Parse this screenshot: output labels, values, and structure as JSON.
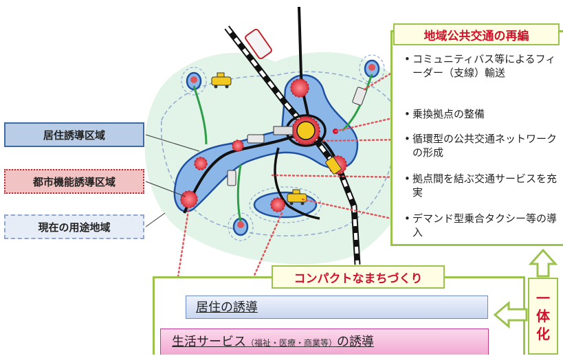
{
  "legend": {
    "residential_area": "居住誘導区域",
    "urban_function_area": "都市機能誘導区域",
    "current_use_area": "現在の用途地域"
  },
  "regional_transport": {
    "title": "地域公共交通の再編",
    "items": [
      {
        "bullet": "•",
        "text": "コミュニティバス等によるフィーダー（支線）輸送"
      },
      {
        "bullet": "•",
        "text": "乗換拠点の整備"
      },
      {
        "bullet": "•",
        "text": "循環型の公共交通ネットワークの形成"
      },
      {
        "bullet": "•",
        "text": "拠点間を結ぶ交通サービスを充実"
      },
      {
        "bullet": "•",
        "text": "デマンド型乗合タクシー等の導入"
      }
    ]
  },
  "compact_city": {
    "title": "コンパクトなまちづくり",
    "residential_guidance": "居住の誘導",
    "life_services_prefix": "生活サービス",
    "life_services_detail": "（福祉・医療・商業等）",
    "life_services_suffix": "の誘導"
  },
  "integration": {
    "char1": "一",
    "char2": "体",
    "char3": "化"
  },
  "colors": {
    "accent_red": "#d0112b",
    "panel_green": "#9cc24e",
    "residential_blue": "#7fa9df",
    "urban_red": "#e0545b",
    "route_green": "#2e9d47"
  }
}
